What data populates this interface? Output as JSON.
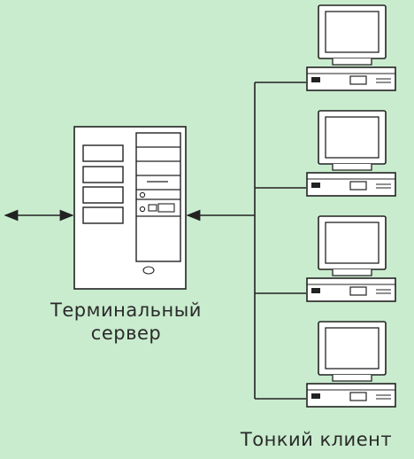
{
  "server": {
    "label_line1": "Терминальный",
    "label_line2": "сервер"
  },
  "clients": {
    "label": "Тонкий клиент"
  },
  "colors": {
    "background": "#c9ecce",
    "device_fill": "#ffffff",
    "stroke": "#222222"
  },
  "icons": [
    "server-tower-icon",
    "monitor-icon",
    "desktop-unit-icon",
    "arrow-icon"
  ]
}
